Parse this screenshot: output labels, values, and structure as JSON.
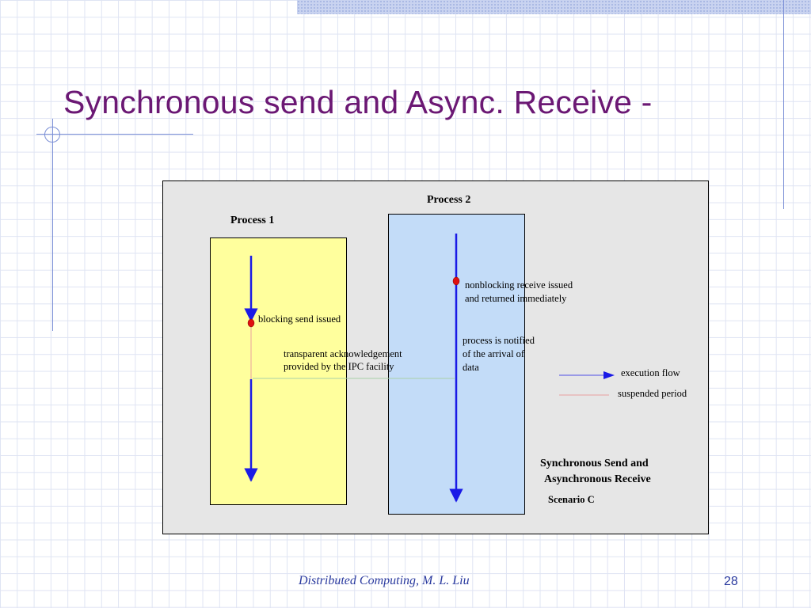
{
  "slide": {
    "title": "Synchronous send and Async. Receive -",
    "footer": "Distributed Computing, M. L. Liu",
    "page_number": "28"
  },
  "diagram": {
    "process1_label": "Process 1",
    "process2_label": "Process 2",
    "blocking_send": "blocking send issued",
    "ack_line1": "transparent acknowledgement",
    "ack_line2": "provided by the IPC facility",
    "nonblocking_line1": "nonblocking receive issued",
    "nonblocking_line2": "and returned immediately",
    "notified_line1": "process is notified",
    "notified_line2": "of the arrival of",
    "notified_line3": "data",
    "legend_execution": "execution flow",
    "legend_suspended": "suspended period",
    "caption_line1": "Synchronous Send and",
    "caption_line2": "Asynchronous Receive",
    "scenario": "Scenario C"
  },
  "colors": {
    "title": "#6b1874",
    "footer": "#2a3a9f",
    "process1_fill": "#ffff9d",
    "process2_fill": "#c3dcf8",
    "diagram_bg": "#e6e6e6",
    "execution_flow": "#1a1ae6",
    "suspended_period": "#e8a0a0",
    "event_marker": "#e01010"
  }
}
